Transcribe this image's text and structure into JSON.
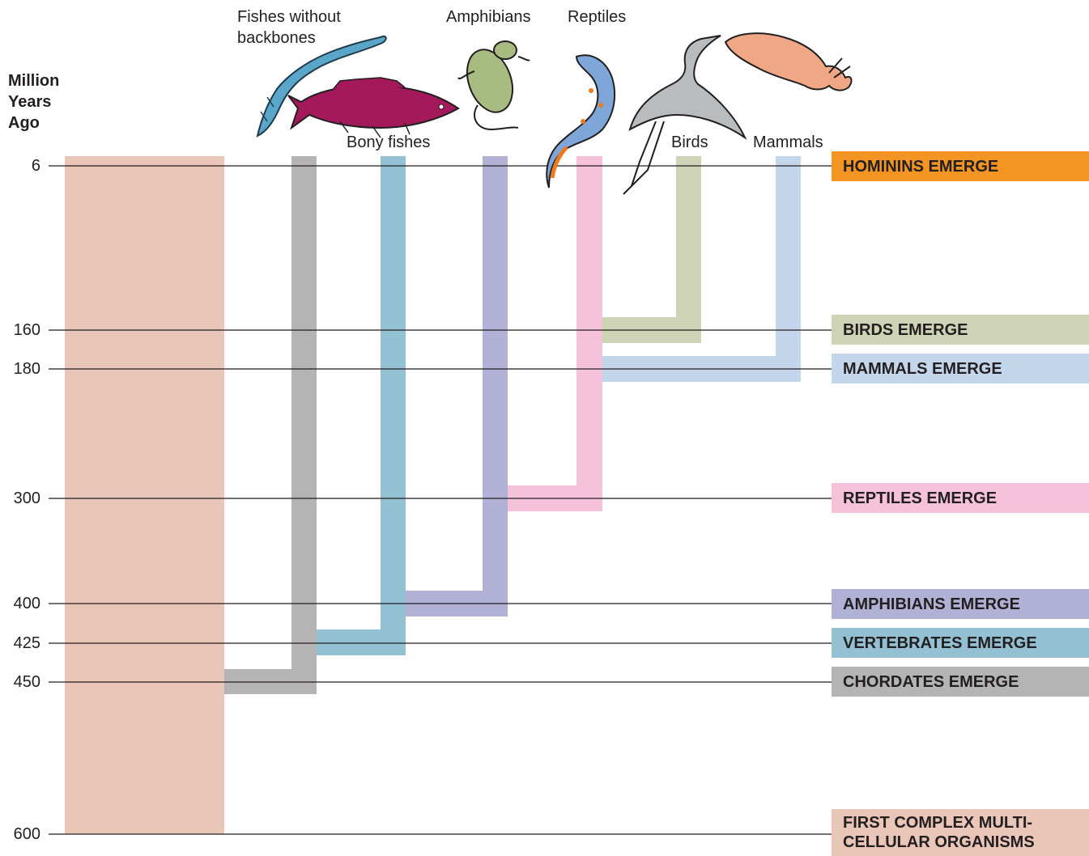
{
  "axis": {
    "title_lines": [
      "Million",
      "Years",
      "Ago"
    ],
    "ticks": [
      "6",
      "160",
      "180",
      "300",
      "400",
      "425",
      "450",
      "600"
    ]
  },
  "groups": {
    "fishes_without_backbones": [
      "Fishes without",
      "backbones"
    ],
    "bony_fishes": "Bony fishes",
    "amphibians": "Amphibians",
    "reptiles": "Reptiles",
    "birds": "Birds",
    "mammals": "Mammals"
  },
  "events": [
    {
      "lines": [
        "HOMININS EMERGE"
      ],
      "color": "#f39423"
    },
    {
      "lines": [
        "BIRDS EMERGE"
      ],
      "color": "#cfd4b6"
    },
    {
      "lines": [
        "MAMMALS EMERGE"
      ],
      "color": "#c4d6ec"
    },
    {
      "lines": [
        "REPTILES EMERGE"
      ],
      "color": "#f5c2da"
    },
    {
      "lines": [
        "AMPHIBIANS EMERGE"
      ],
      "color": "#b1b1d6"
    },
    {
      "lines": [
        "VERTEBRATES EMERGE"
      ],
      "color": "#94c0d3"
    },
    {
      "lines": [
        "CHORDATES EMERGE"
      ],
      "color": "#b4b4b4"
    },
    {
      "lines": [
        "FIRST COMPLEX MULTI-",
        "CELLULAR ORGANISMS"
      ],
      "color": "#e9c6b8"
    }
  ],
  "colors": {
    "multicellular": "#e9c6b8",
    "chordates": "#b4b4b4",
    "vertebrates": "#94c0d3",
    "amphibians": "#b1b1d6",
    "reptiles": "#f5c2da",
    "birds": "#cfd4b6",
    "mammals": "#c4d6ec",
    "hominins": "#f39423"
  },
  "icons": [
    "lamprey-icon",
    "fish-icon",
    "frog-icon",
    "salamander-icon",
    "heron-icon",
    "rabbit-icon"
  ]
}
